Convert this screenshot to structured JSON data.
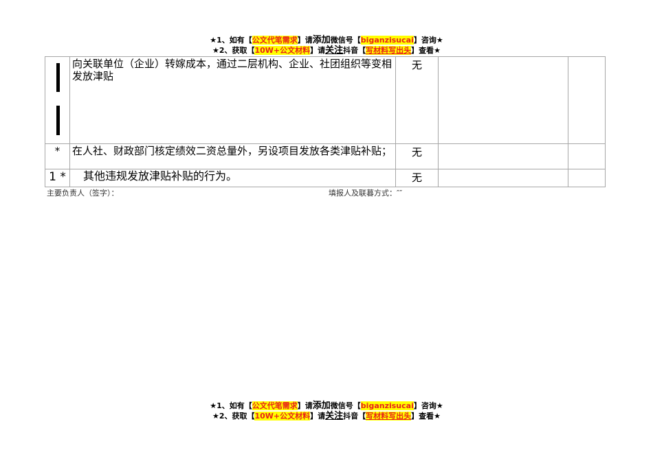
{
  "banner": {
    "line1": {
      "p1": "★1、如有【",
      "h1": "公文代笔需求",
      "p2": "】请",
      "em": "添加",
      "p3": "微信号【",
      "h2": "biganzisucai",
      "p4": "】咨询★"
    },
    "line2": {
      "p1": "★2、获取【",
      "h1": "10W+公文材料",
      "p2": "】请",
      "em": "关注",
      "p3": "抖音【",
      "h2": "写材料写出头",
      "p4": "】查看★"
    }
  },
  "table": {
    "rows": [
      {
        "num": "",
        "text": "向关联单位（企业）转嫁成本，通过二层机构、企业、社团组织等变相发放津贴",
        "status": "无"
      },
      {
        "num": "*",
        "text": "在人社、财政部门核定绩效二资总量外，另设项目发放各类津贴补贴；",
        "status": "无"
      },
      {
        "num": "1 *",
        "text": "　其他违规发放津贴补贴的行为。",
        "status": "无"
      }
    ]
  },
  "footer": {
    "left": "主要负责人（签字）：",
    "right": "填报人及联暮方式：″″"
  }
}
